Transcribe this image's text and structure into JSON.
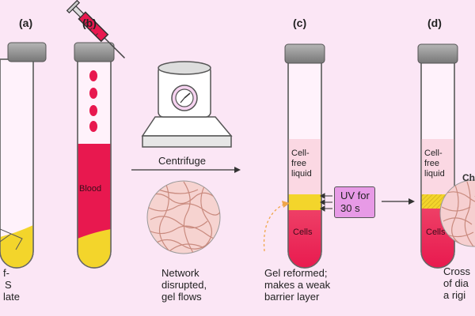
{
  "panels": {
    "a": "(a)",
    "b": "(b)",
    "c": "(c)",
    "d": "(d)"
  },
  "tube_b": {
    "blood": "Blood"
  },
  "centrifuge": {
    "label": "Centrifuge"
  },
  "network": {
    "line1": "Network",
    "line2": "disrupted,",
    "line3": "gel flows"
  },
  "tube_a": {
    "line1": "f-",
    "line2": "S",
    "line3": "late"
  },
  "tube_c": {
    "liquid1": "Cell-",
    "liquid2": "free",
    "liquid3": "liquid",
    "cells": "Cells"
  },
  "uv": {
    "line1": "UV for",
    "line2": "30 s"
  },
  "gel_reformed": {
    "line1": "Gel reformed;",
    "line2": "makes a weak",
    "line3": "barrier layer"
  },
  "tube_d": {
    "liquid1": "Cell-",
    "liquid2": "free",
    "liquid3": "liquid",
    "cells": "Cells",
    "partial": "Ch"
  },
  "crosslink": {
    "line1": "Cross",
    "line2": "of dia",
    "line3": "a rigi"
  },
  "colors": {
    "background": "#fbe6f5",
    "blood": "#e8184f",
    "gel": "#f3d52b",
    "cells_gradient_top": "#ee3f66",
    "uv_box": "#e79ae6",
    "cap": "#8a8a8a"
  }
}
